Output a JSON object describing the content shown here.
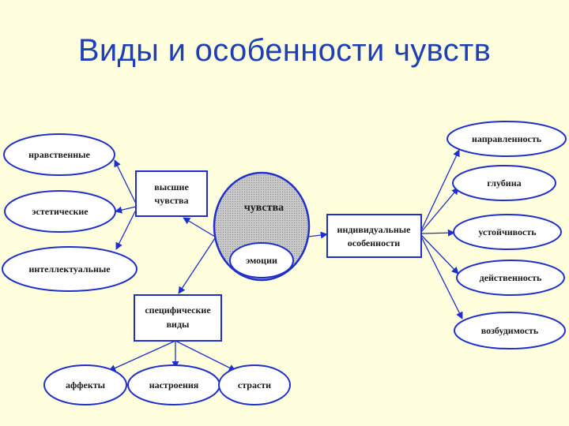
{
  "title": "Виды и особенности чувств",
  "colors": {
    "background": "#FFFFDD",
    "title": "#1F3FB6",
    "stroke": "#1F2FC8",
    "center_fill_gray": "#BDBDBD",
    "node_fill": "#FFFFFF"
  },
  "nodes": {
    "center": "чувства",
    "emotions": "эмоции",
    "higher": [
      "высшие",
      "чувства"
    ],
    "moral": "нравственные",
    "aesthetic": "эстетические",
    "intellectual": "интеллектуальные",
    "specific": [
      "специфические",
      "виды"
    ],
    "affects": "аффекты",
    "moods": "настроения",
    "passions": "страсти",
    "individual": [
      "индивидуальные",
      "особенности"
    ],
    "direction": "направленность",
    "depth": "глубина",
    "stability": "устойчивость",
    "effectiveness": "действенность",
    "excitability": "возбудимость"
  }
}
